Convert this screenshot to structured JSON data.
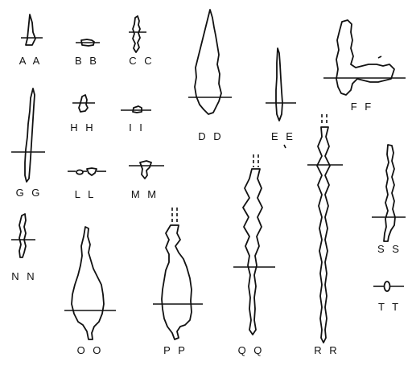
{
  "figure": {
    "labels": {
      "aa": "A A",
      "bb": "B B",
      "cc": "C C",
      "dd": "D D",
      "ee": "E E",
      "ff": "F F",
      "gg": "G G",
      "hh": "H H",
      "ii": "I I",
      "ll": "L L",
      "mm": "M M",
      "nn": "N N",
      "oo": "O O",
      "pp": "P P",
      "qq": "Q Q",
      "rr": "R R",
      "ss": "S S",
      "tt": "T T"
    }
  }
}
